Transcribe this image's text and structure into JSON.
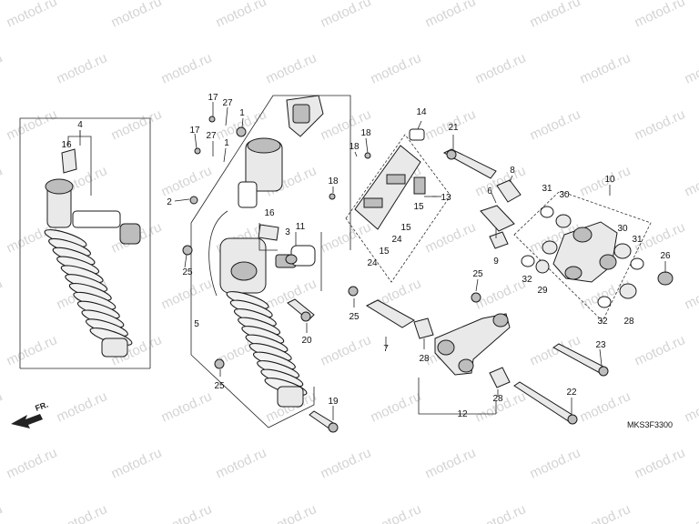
{
  "watermark": "motod.ru",
  "diagram_code": "MKS3F3300",
  "front_marker": "FR.",
  "callouts": {
    "c1a": "1",
    "c1b": "1",
    "c2": "2",
    "c3": "3",
    "c4": "4",
    "c5": "5",
    "c6": "6",
    "c7": "7",
    "c8": "8",
    "c9": "9",
    "c10": "10",
    "c11": "11",
    "c12": "12",
    "c13": "13",
    "c14": "14",
    "c15a": "15",
    "c15b": "15",
    "c15c": "15",
    "c16a": "16",
    "c16b": "16",
    "c17a": "17",
    "c17b": "17",
    "c18a": "18",
    "c18b": "18",
    "c19": "19",
    "c20": "20",
    "c21": "21",
    "c22": "22",
    "c23": "23",
    "c24a": "24",
    "c24b": "24",
    "c25a": "25",
    "c25b": "25",
    "c25c": "25",
    "c25d": "25",
    "c26": "26",
    "c27a": "27",
    "c27b": "27",
    "c28a": "28",
    "c28b": "28",
    "c28c": "28",
    "c29": "29",
    "c30a": "30",
    "c30b": "30",
    "c31a": "31",
    "c31b": "31",
    "c32a": "32",
    "c32b": "32"
  }
}
